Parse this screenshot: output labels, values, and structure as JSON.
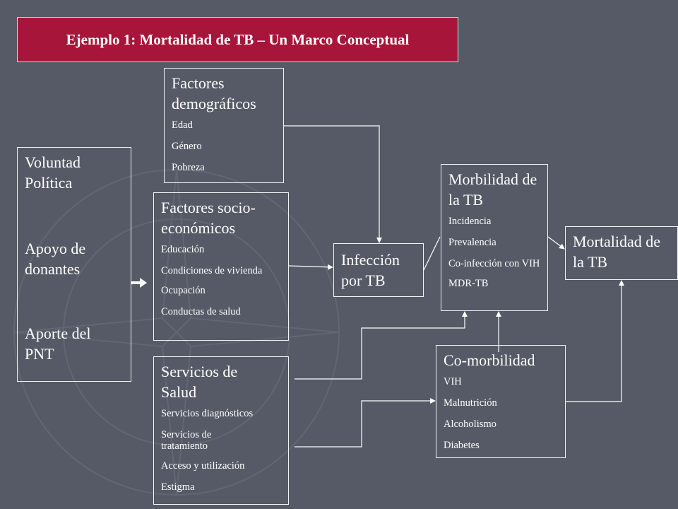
{
  "title": "Ejemplo 1: Mortalidad de TB  – Un Marco Conceptual",
  "colors": {
    "title_bg": "#a8153a",
    "background": "#555a66",
    "box_border": "#f2f2f2"
  },
  "boxes": {
    "voluntad": {
      "lines": [
        "Voluntad",
        "Política",
        "Apoyo de",
        "donantes",
        "Aporte del",
        "PNT"
      ]
    },
    "demograficos": {
      "heading": "Factores demográficos",
      "items": [
        "Edad",
        "Género",
        "Pobreza"
      ]
    },
    "socioeconomicos": {
      "heading": "Factores socio-económicos",
      "items": [
        "Educación",
        "Condiciones de vivienda",
        "Ocupación",
        "Conductas de salud"
      ]
    },
    "servicios": {
      "heading": "Servicios de Salud",
      "items": [
        "Servicios diagnósticos",
        "Servicios de tratamiento",
        "Acceso y utilización",
        "Estigma"
      ]
    },
    "infeccion": {
      "heading": "Infección por TB"
    },
    "morbilidad": {
      "heading": "Morbilidad de la TB",
      "items": [
        "Incidencia",
        "Prevalencia",
        "Co-infección con VIH",
        "MDR-TB"
      ]
    },
    "comorbilidad": {
      "heading": "Co-morbilidad",
      "items": [
        "VIH",
        "Malnutrición",
        "Alcoholismo",
        "Diabetes"
      ]
    },
    "mortalidad": {
      "heading": "Mortalidad de la TB"
    }
  }
}
